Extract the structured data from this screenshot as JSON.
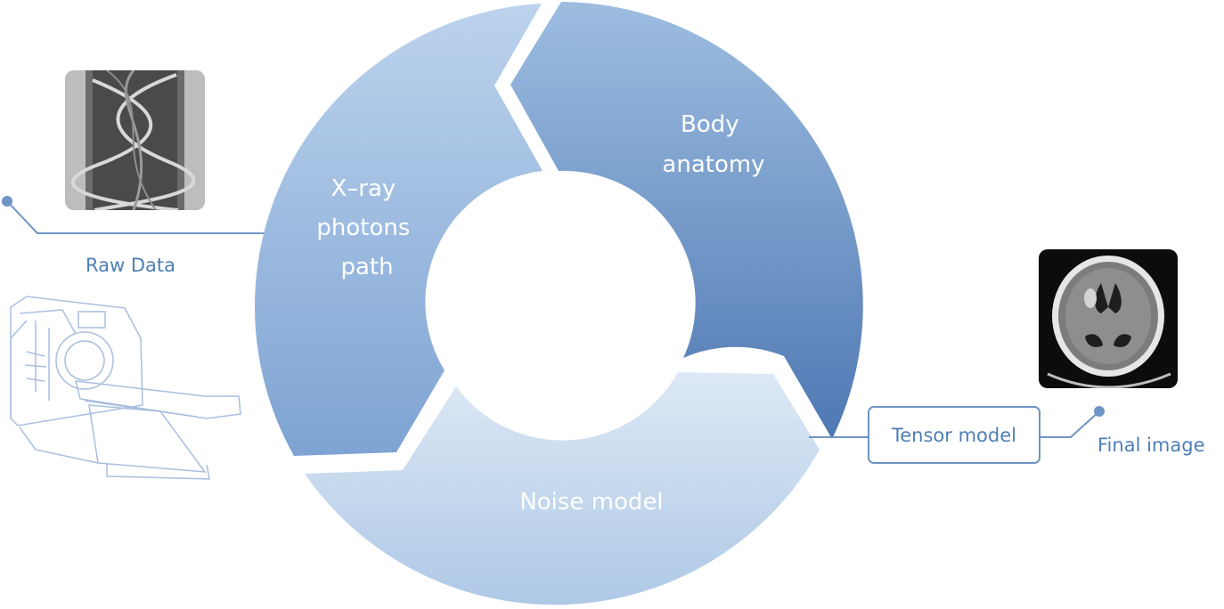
{
  "cycle": {
    "segments": [
      {
        "label_lines": [
          "Body",
          "anatomy"
        ]
      },
      {
        "label_lines": [
          "X–ray",
          "photons",
          "path"
        ]
      },
      {
        "label_lines": [
          "Noise model"
        ]
      }
    ]
  },
  "raw_data": {
    "label": "Raw Data"
  },
  "tensor_model": {
    "label": "Tensor model"
  },
  "final_image": {
    "label": "Final image"
  },
  "colors": {
    "connector": "#6f95c4",
    "label_text": "#4f7fb6",
    "segment_body_top": "#9dbde0",
    "segment_body_bottom": "#4f78b3",
    "segment_xray_top": "#bcd3ed",
    "segment_xray_bottom": "#7ea3d3",
    "segment_noise_top": "#dde9f5",
    "segment_noise_bottom": "#aec8e6"
  },
  "icons": {
    "sinogram": "sinogram-thumbnail",
    "scanner": "ct-scanner-illustration",
    "brain": "brain-ct-slice-thumbnail"
  }
}
